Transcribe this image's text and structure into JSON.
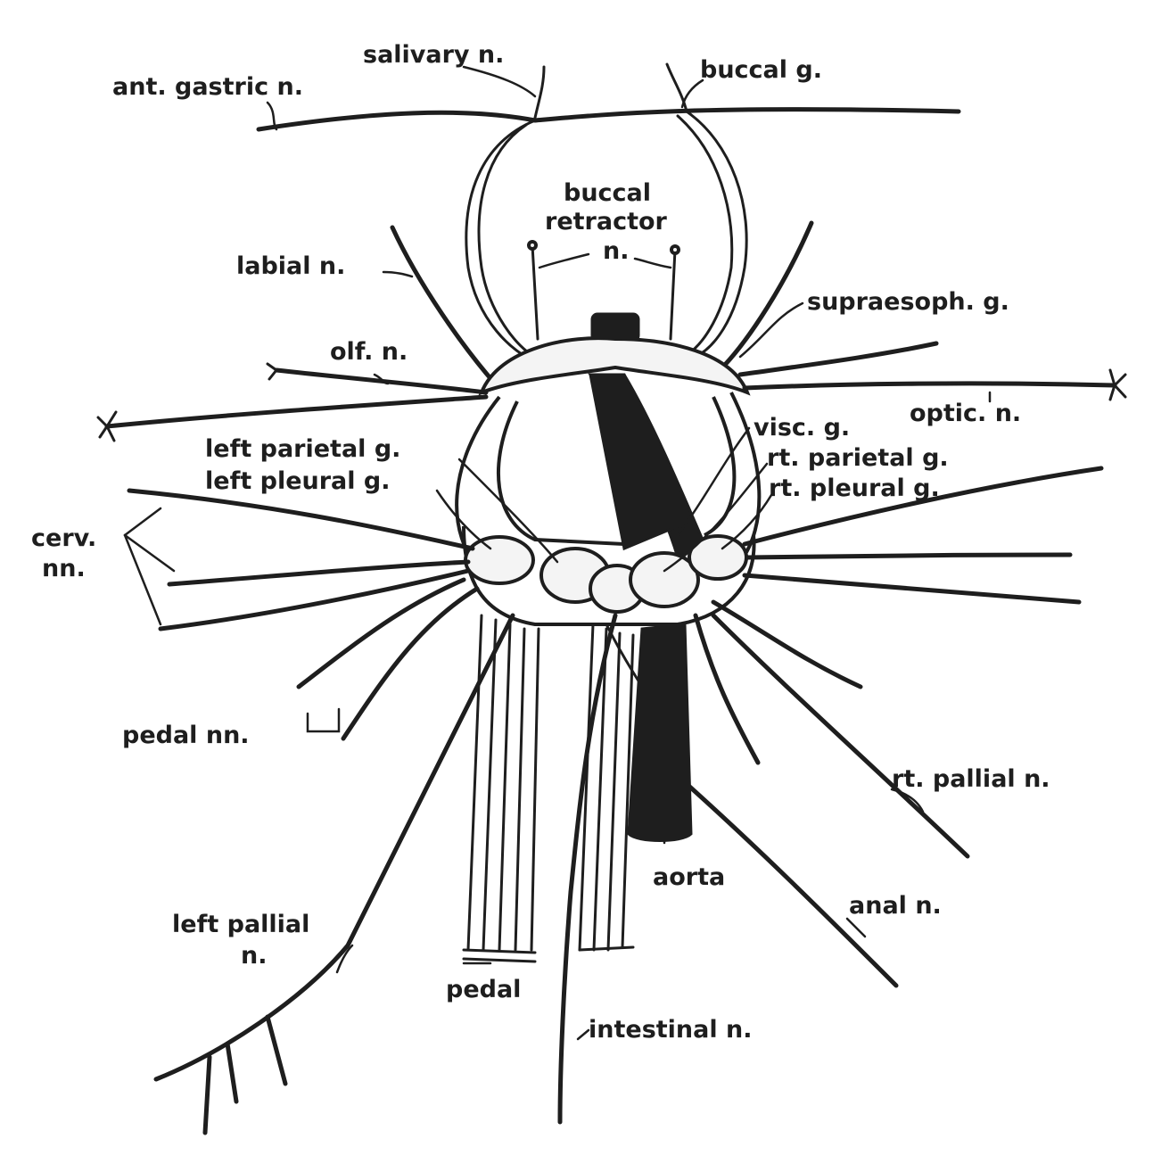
{
  "labels": {
    "salivary": "salivary n.",
    "buccal_g": "buccal g.",
    "ant_gastric": "ant. gastric n.",
    "buccal_retractor_1": "buccal",
    "buccal_retractor_2": "retractor",
    "buccal_retractor_3": "n.",
    "labial": "labial n.",
    "supraesoph": "supraesoph. g.",
    "olf": "olf. n.",
    "optic": "optic. n.",
    "visc": "visc. g.",
    "left_parietal": "left parietal g.",
    "rt_parietal": "rt. parietal g.",
    "left_pleural": "left pleural g.",
    "rt_pleural": "rt. pleural g.",
    "cerv_1": "cerv.",
    "cerv_2": "nn.",
    "pedal_nn": "pedal nn.",
    "rt_pallial": "rt. pallial n.",
    "aorta": "aorta",
    "anal": "anal n.",
    "left_pallial_1": "left pallial",
    "left_pallial_2": "n.",
    "pedal": "pedal",
    "intestinal": "intestinal n."
  }
}
